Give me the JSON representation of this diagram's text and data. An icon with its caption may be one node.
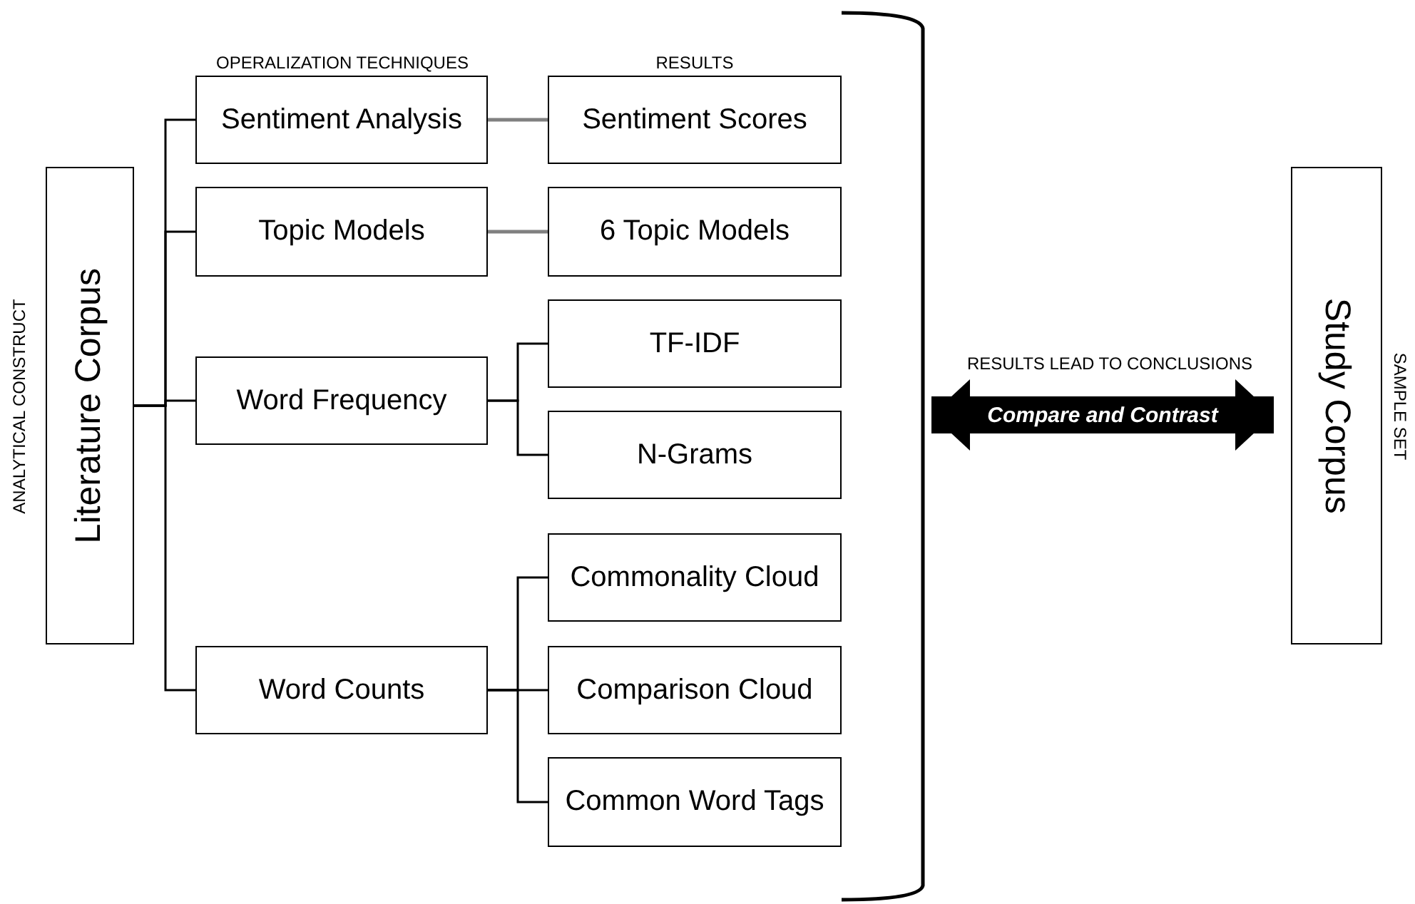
{
  "diagram": {
    "nodes": [
      {
        "text": [
          "Literature Corpus"
        ],
        "beside": [
          "ANALYTICAL CONSTRUCT"
        ]
      },
      {
        "text": [
          "Sentiment Analysis"
        ]
      },
      {
        "text": [
          "Topic Models"
        ]
      },
      {
        "text": [
          "Word Frequency"
        ]
      },
      {
        "text": [
          "Word Counts"
        ]
      },
      {
        "text": [
          "Sentiment Scores"
        ]
      },
      {
        "text": [
          "6 Topic Models"
        ]
      },
      {
        "text": [
          "TF-IDF"
        ]
      },
      {
        "text": [
          "N-Grams"
        ]
      },
      {
        "text": [
          "Commonality Cloud"
        ]
      },
      {
        "text": [
          "Comparison Cloud"
        ]
      },
      {
        "text": [
          "Common Word Tags"
        ]
      },
      {
        "text": [],
        "shape": "bracket"
      },
      {
        "text": [
          "Study Corpus"
        ],
        "beside": [
          "SAMPLE SET"
        ]
      }
    ],
    "edges": [
      {
        "from": 0,
        "to": 1,
        "arrow": "none"
      },
      {
        "from": 0,
        "to": 2,
        "arrow": "none"
      },
      {
        "from": 0,
        "to": 3,
        "arrow": "none"
      },
      {
        "from": 0,
        "to": 4,
        "arrow": "none"
      },
      {
        "from": 1,
        "to": 5,
        "arrow": "none",
        "color": "#808080"
      },
      {
        "from": 2,
        "to": 6,
        "arrow": "none",
        "color": "#808080"
      },
      {
        "from": 3,
        "to": 7,
        "arrow": "none"
      },
      {
        "from": 3,
        "to": 8,
        "arrow": "none"
      },
      {
        "from": 4,
        "to": 9,
        "arrow": "none"
      },
      {
        "from": 4,
        "to": 10,
        "arrow": "none"
      },
      {
        "from": 4,
        "to": 11,
        "arrow": "none"
      },
      {
        "from": 12,
        "to": 13,
        "arrow": "both",
        "label": "Compare and Contrast",
        "style": "thick"
      }
    ],
    "labels": [
      "OPERALIZATION TECHNIQUES",
      "RESULTS",
      "RESULTS LEAD TO CONCLUSIONS"
    ]
  }
}
